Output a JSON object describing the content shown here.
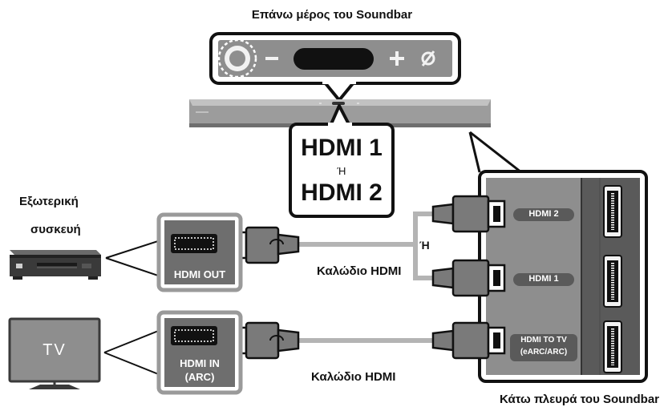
{
  "labels": {
    "soundbar_top": "Επάνω μέρος του Soundbar",
    "soundbar_bottom": "Κάτω πλευρά του Soundbar",
    "hdmi_choice_line1": "HDMI 1",
    "hdmi_choice_or": "Ή",
    "hdmi_choice_line2": "HDMI 2",
    "external_device_line1": "Εξωτερική",
    "external_device_line2": "συσκευή",
    "or_between_cables": "Ή",
    "cable_top": "Καλώδιο HDMI",
    "cable_bottom": "Καλώδιο HDMI",
    "tv": "TV"
  },
  "device_ports": {
    "hdmi_out": "HDMI OUT",
    "hdmi_in_line1": "HDMI IN",
    "hdmi_in_line2": "(ARC)"
  },
  "soundbar_ports": [
    {
      "label": "HDMI 2"
    },
    {
      "label": "HDMI 1"
    },
    {
      "label_line1": "HDMI TO TV",
      "label_line2": "(eARC/ARC)"
    }
  ],
  "top_panel_buttons": {
    "minus": "−",
    "plus": "+",
    "mic_off": "ø"
  },
  "colors": {
    "panel_gray": "#8e8e8e",
    "dark_gray": "#5a5a5a",
    "cable_gray": "#b4b4b4",
    "line": "#111111"
  }
}
